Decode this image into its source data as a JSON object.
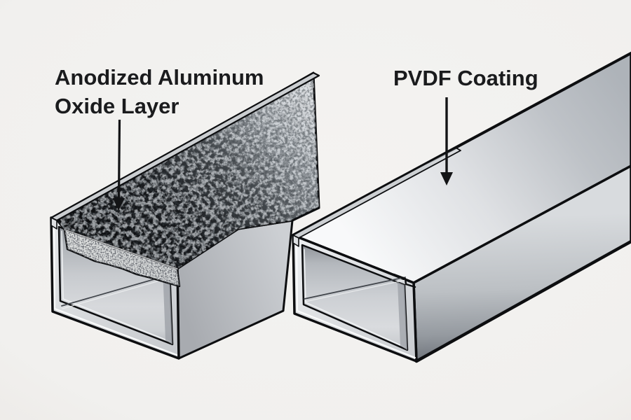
{
  "figure": {
    "kind": "technical-illustration",
    "subject": "Aluminum rectangular tube surface finish comparison",
    "callouts": [
      {
        "id": "anodized",
        "text": "Anodized Aluminum\nOxide Layer",
        "pointer": "line-with-arrowhead-down",
        "target": "dark textured layer on top of left tube"
      },
      {
        "id": "pvdf",
        "text": "PVDF Coating",
        "pointer": "arrow-down",
        "target": "smooth top surface of right tube"
      }
    ],
    "theme": {
      "bg": "#f1f0ee",
      "ink": "#0d0e10",
      "text": "#1a1b1d",
      "anodized-layer-dark": "#141619",
      "oxide-band-light": "#d8dad9",
      "metal-light": "#eceef0",
      "metal-mid": "#c3c6ca",
      "metal-dark": "#8e9298"
    }
  }
}
